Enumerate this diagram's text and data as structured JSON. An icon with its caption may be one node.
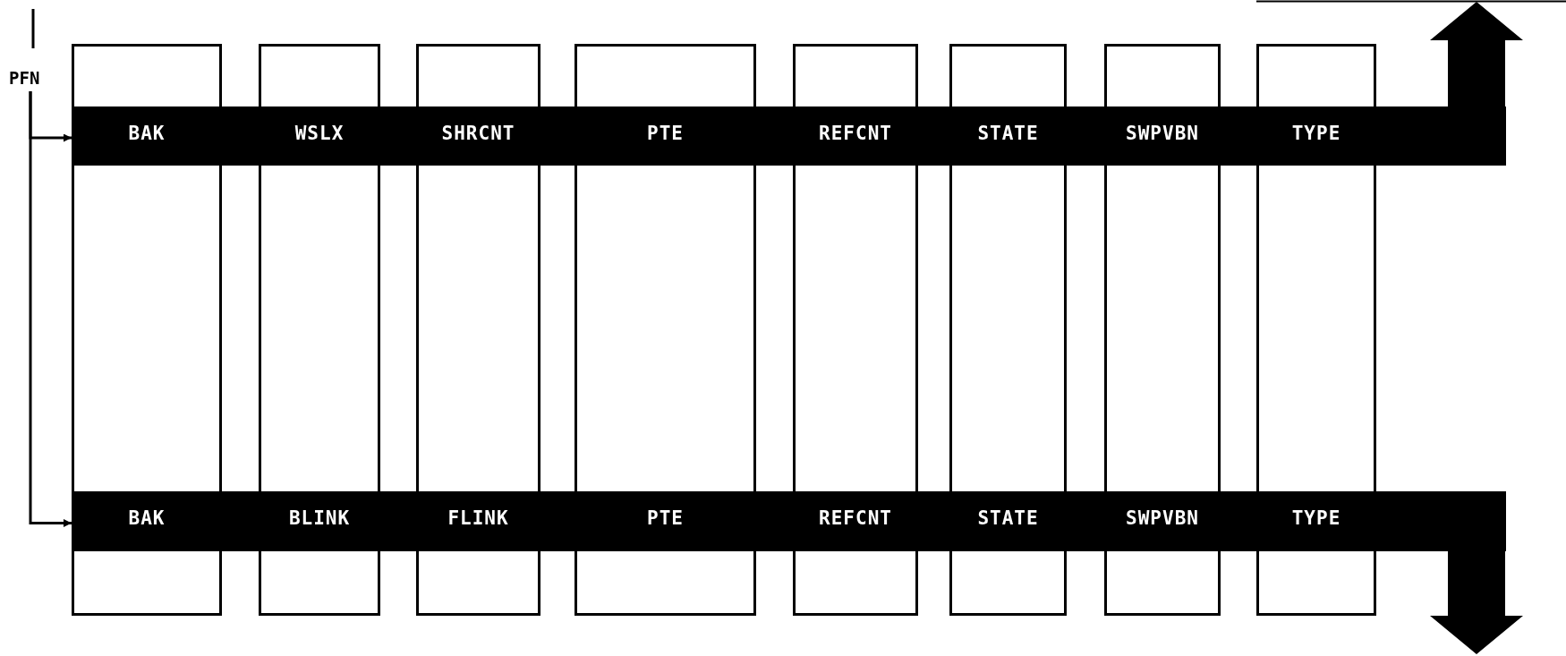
{
  "diagram": {
    "nodes": [
      {
        "text": [
          "PFN"
        ]
      },
      {
        "text": [],
        "shape": "box"
      },
      {
        "text": [],
        "shape": "box"
      },
      {
        "text": [],
        "shape": "box"
      },
      {
        "text": [],
        "shape": "box"
      },
      {
        "text": [],
        "shape": "box"
      },
      {
        "text": [],
        "shape": "box"
      },
      {
        "text": [],
        "shape": "box"
      },
      {
        "text": [],
        "shape": "box"
      },
      {
        "text": [
          "BAK",
          "WSLX",
          "SHRCNT",
          "PTE",
          "REFCNT",
          "STATE",
          "SWPVBN",
          "TYPE"
        ]
      },
      {
        "text": [],
        "shape": "box"
      },
      {
        "text": [],
        "shape": "box"
      },
      {
        "text": [],
        "shape": "box"
      },
      {
        "text": [],
        "shape": "box"
      },
      {
        "text": [],
        "shape": "box"
      },
      {
        "text": [],
        "shape": "box"
      },
      {
        "text": [],
        "shape": "box"
      },
      {
        "text": [],
        "shape": "box"
      },
      {
        "text": [
          "BAK",
          "BLINK",
          "FLINK",
          "PTE",
          "REFCNT",
          "STATE",
          "SWPVBN",
          "TYPE"
        ]
      },
      {
        "text": [],
        "shape": "box"
      },
      {
        "text": [],
        "shape": "box"
      },
      {
        "text": [],
        "shape": "box"
      },
      {
        "text": [],
        "shape": "box"
      },
      {
        "text": [],
        "shape": "box"
      },
      {
        "text": [],
        "shape": "box"
      },
      {
        "text": [],
        "shape": "box"
      },
      {
        "text": [],
        "shape": "box"
      }
    ],
    "edges": [
      {
        "from": 0,
        "to": 9,
        "arrow": "to"
      },
      {
        "from": 0,
        "to": 18,
        "arrow": "to"
      },
      {
        "from": 9,
        "to": null,
        "arrow": "to",
        "style": "thick"
      },
      {
        "from": 18,
        "to": null,
        "arrow": "to",
        "style": "thick"
      }
    ]
  }
}
